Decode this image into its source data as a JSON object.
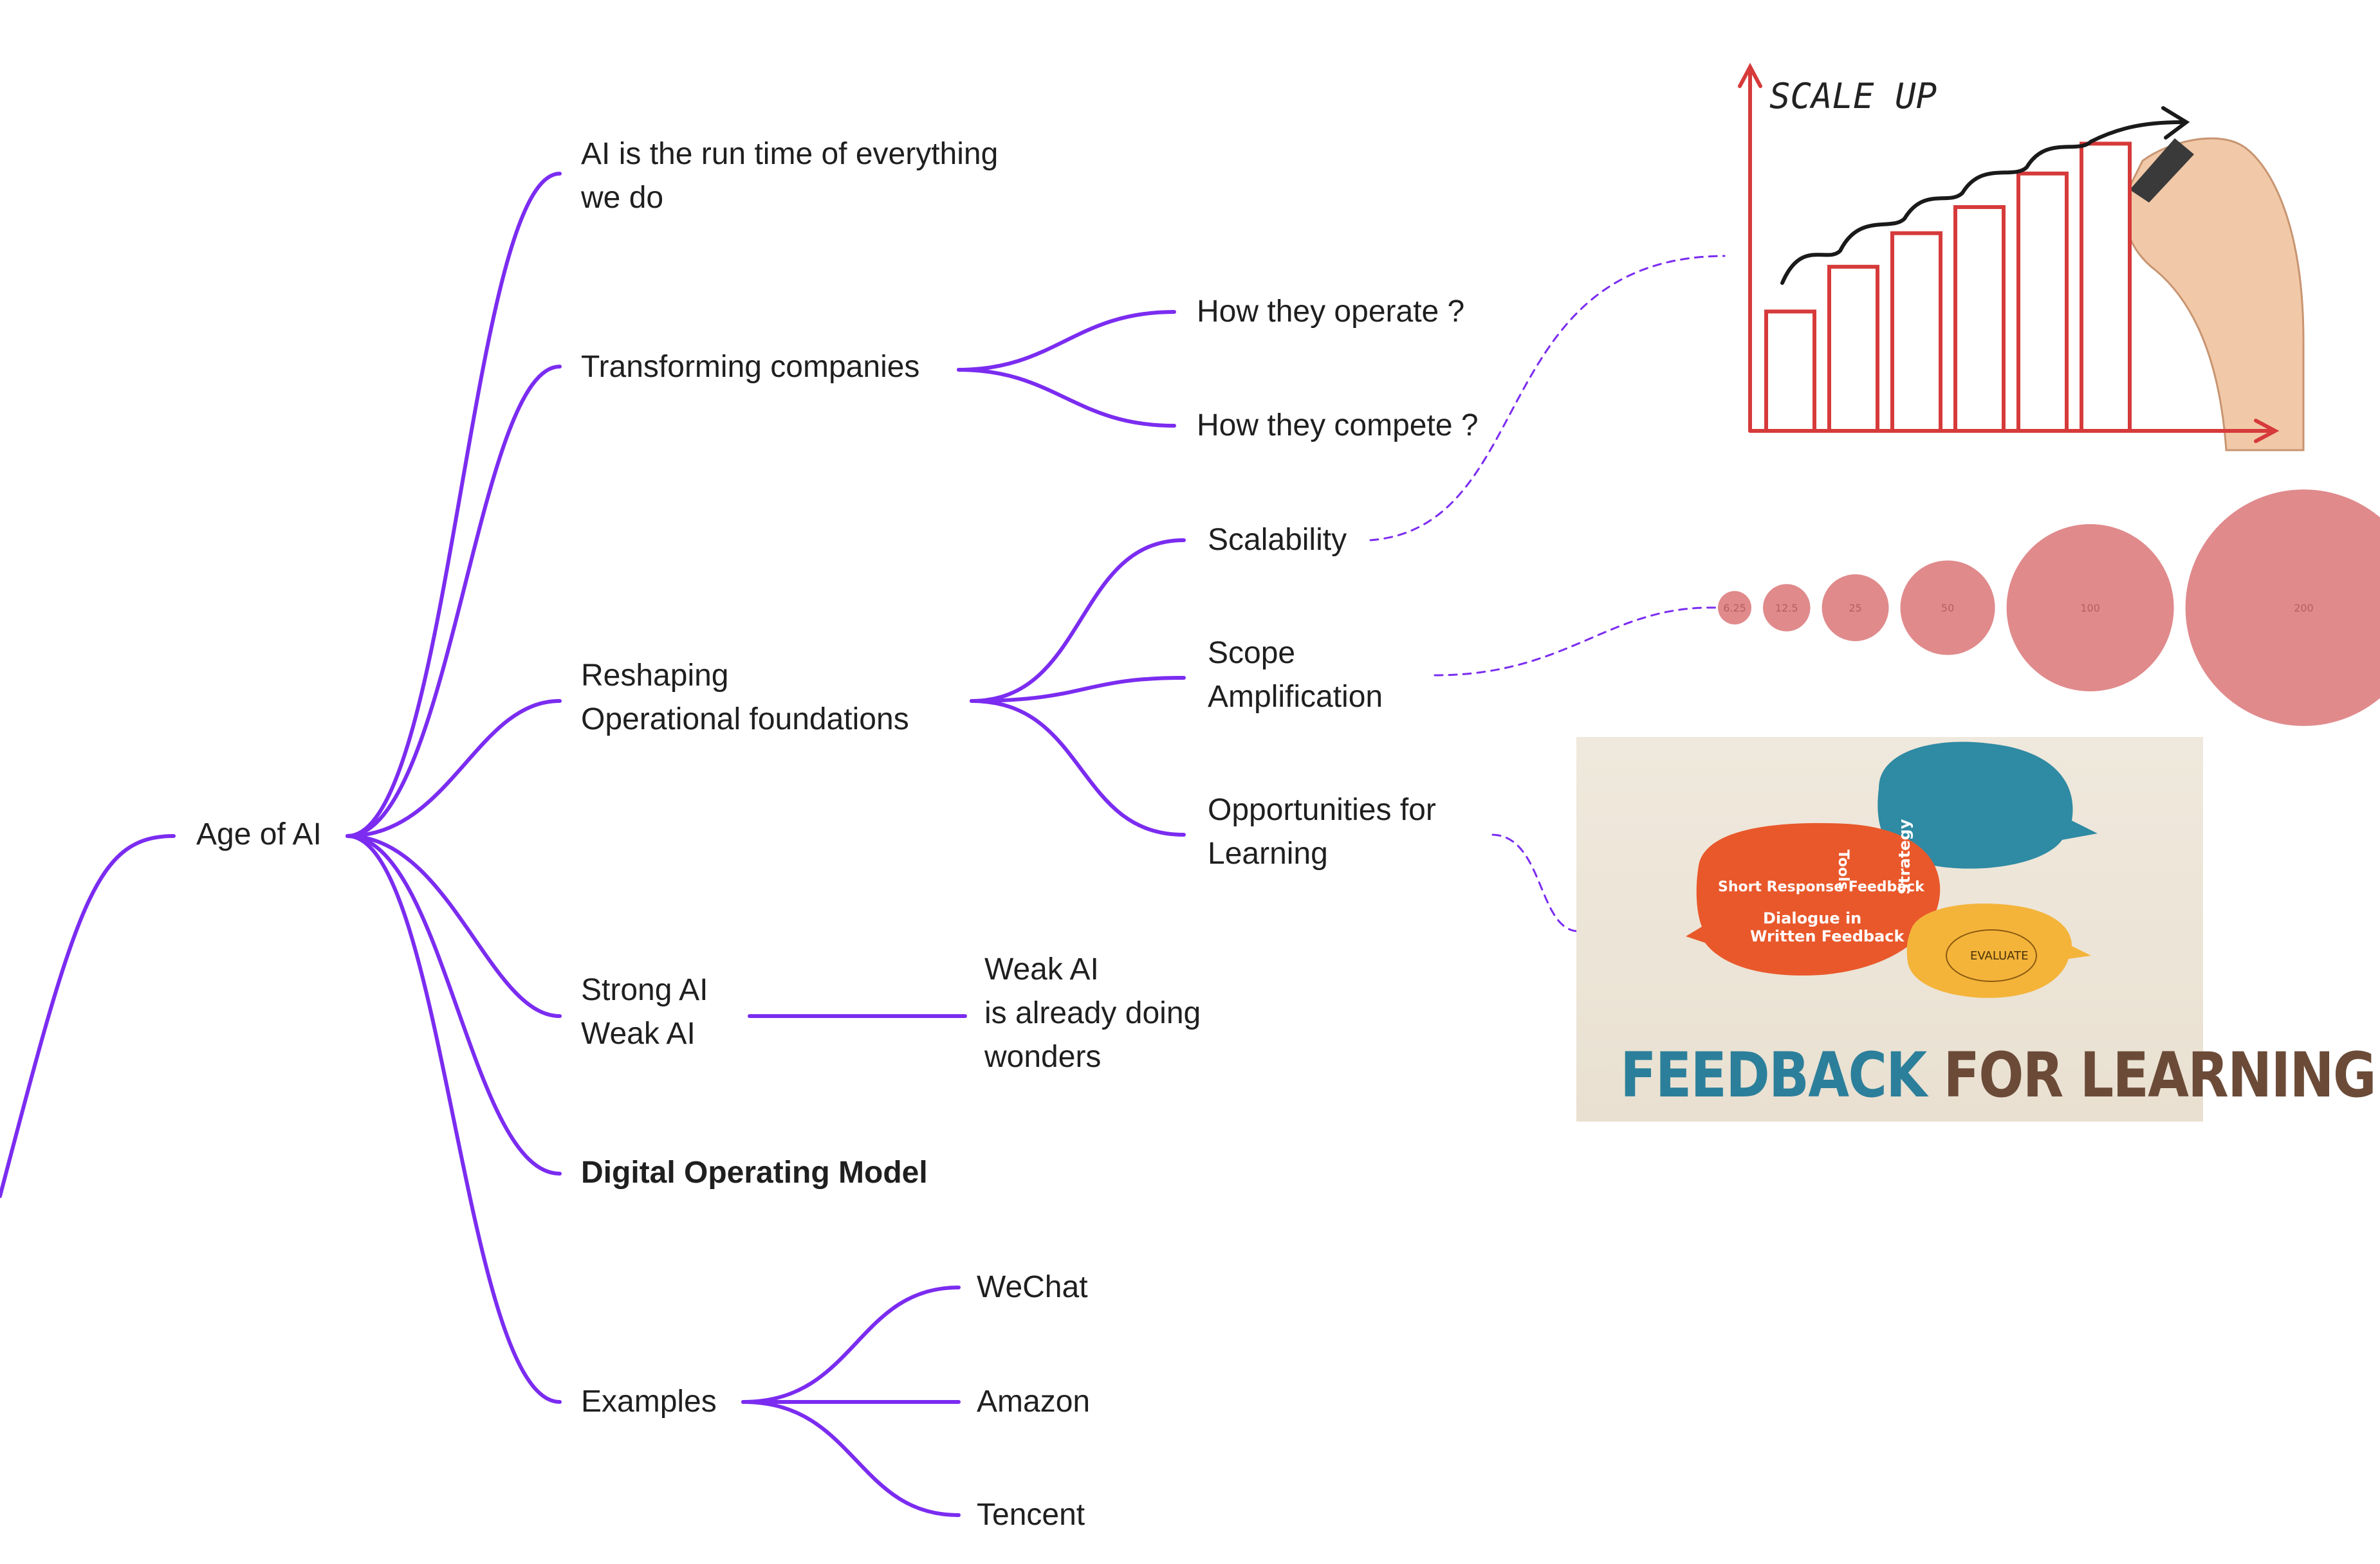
{
  "mindmap": {
    "root": {
      "label": "Age of AI"
    },
    "branches": [
      {
        "id": "runtime",
        "lines": [
          "AI is the run time of everything",
          "we do"
        ]
      },
      {
        "id": "transforming",
        "lines": [
          "Transforming companies"
        ],
        "children": [
          {
            "lines": [
              "How they operate ?"
            ]
          },
          {
            "lines": [
              "How they compete ?"
            ]
          }
        ]
      },
      {
        "id": "reshaping",
        "lines": [
          "Reshaping",
          "Operational foundations"
        ],
        "children": [
          {
            "lines": [
              "Scalability"
            ]
          },
          {
            "lines": [
              "Scope",
              "Amplification"
            ]
          },
          {
            "lines": [
              "Opportunities for",
              "Learning"
            ]
          }
        ]
      },
      {
        "id": "strong-weak",
        "lines": [
          "Strong AI",
          "Weak AI"
        ],
        "children": [
          {
            "lines": [
              "Weak AI",
              "is already doing",
              "wonders"
            ]
          }
        ]
      },
      {
        "id": "digital",
        "lines": [
          "Digital Operating Model"
        ],
        "bold": true
      },
      {
        "id": "examples",
        "lines": [
          "Examples"
        ],
        "children": [
          {
            "lines": [
              "WeChat"
            ]
          },
          {
            "lines": [
              "Amazon"
            ]
          },
          {
            "lines": [
              "Tencent"
            ]
          }
        ]
      }
    ]
  },
  "images": {
    "scale_up": {
      "caption": "SCALE UP",
      "bars": [
        0.32,
        0.44,
        0.53,
        0.6,
        0.69,
        0.77
      ]
    },
    "bubbles": {
      "labels": [
        "6.25",
        "12.5",
        "25",
        "50",
        "100",
        "200"
      ]
    },
    "feedback": {
      "title_part1": "FEEDBACK",
      "title_part2": "FOR LEARNING",
      "bubble_words": [
        "Tools",
        "Strategy",
        "Short Response Feedback",
        "Dialogue in",
        "Written Feedback",
        "EVALUATE"
      ]
    }
  },
  "colors": {
    "connector": "#7b2cf0",
    "dashed_link": "#7b2cf0",
    "chart_red": "#d63a3a",
    "bubble_fill": "#e08a8c",
    "text": "#1f1f1f"
  }
}
